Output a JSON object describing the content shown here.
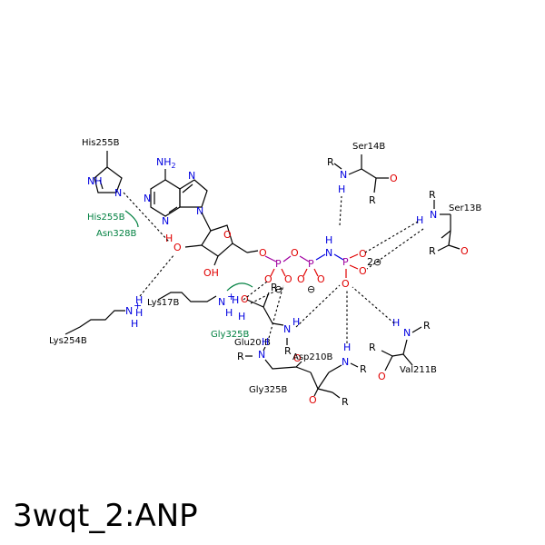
{
  "title": "3wqt_2:ANP",
  "residues": {
    "his255b_top": "His255B",
    "his255b_green": "His255B",
    "asn328b": "Asn328B",
    "lys17b": "Lys17B",
    "lys254b": "Lys254B",
    "gly325b_green": "Gly325B",
    "glu20b": "Glu20:B",
    "asp210b": "Asp210B",
    "gly325b_bottom": "Gly325B",
    "val211b": "Val211B",
    "ser14b": "Ser14B",
    "ser13b": "Ser13B"
  },
  "atoms": {
    "nh2": "NH",
    "nh2_sub": "2",
    "N": "N",
    "O": "O",
    "P": "P",
    "H": "H",
    "R": "R",
    "OH": "OH",
    "NH": "NH",
    "charge_minus": "⊖",
    "charge_2minus": "2⊖",
    "nh3plus_h": "H",
    "nh3plus": "N",
    "plus": "+"
  },
  "colors": {
    "nitrogen": "#0000e0",
    "oxygen": "#e00000",
    "phosphorus": "#a000a0",
    "carbon": "#000000",
    "interaction_residue": "#008040"
  }
}
